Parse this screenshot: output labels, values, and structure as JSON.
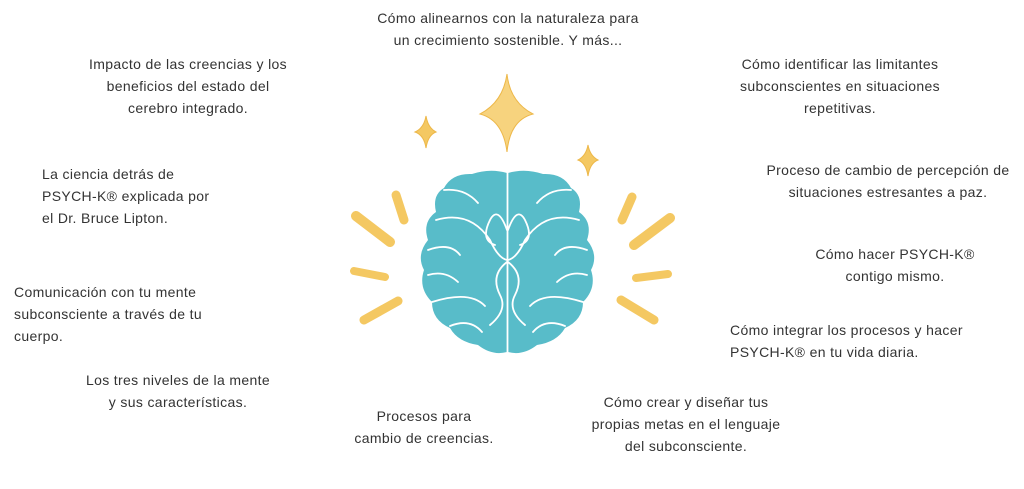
{
  "colors": {
    "brain": "#58bcc9",
    "sparkle": "#f4c862",
    "text": "#333333"
  },
  "topics": [
    {
      "id": "b0",
      "align": "c",
      "lines": [
        "Cómo alinearnos con la naturaleza para",
        "un crecimiento sostenible.  Y más..."
      ]
    },
    {
      "id": "b1",
      "align": "c",
      "lines": [
        "Impacto de las creencias y los",
        "beneficios del estado del",
        "cerebro integrado."
      ]
    },
    {
      "id": "b2",
      "align": "l",
      "lines": [
        "La ciencia detrás de",
        "PSYCH-K® explicada por",
        "el Dr. Bruce Lipton."
      ]
    },
    {
      "id": "b3",
      "align": "l",
      "lines": [
        "Comunicación con tu mente",
        "subconsciente a través de tu",
        "cuerpo."
      ]
    },
    {
      "id": "b4",
      "align": "c",
      "lines": [
        "Los tres niveles de la mente",
        "y sus características."
      ]
    },
    {
      "id": "b5",
      "align": "c",
      "lines": [
        "Procesos para",
        "cambio de creencias."
      ]
    },
    {
      "id": "b6",
      "align": "c",
      "lines": [
        "Cómo crear y diseñar tus",
        "propias metas en el lenguaje",
        "del subconsciente."
      ]
    },
    {
      "id": "b7",
      "align": "c",
      "lines": [
        "Cómo identificar las limitantes",
        "subconscientes en situaciones",
        "repetitivas."
      ]
    },
    {
      "id": "b8",
      "align": "c",
      "lines": [
        "Proceso de cambio de percepción de",
        "situaciones estresantes a paz."
      ]
    },
    {
      "id": "b9",
      "align": "c",
      "lines": [
        "Cómo hacer PSYCH-K®",
        "contigo mismo."
      ]
    },
    {
      "id": "b10",
      "align": "l",
      "lines": [
        "Cómo integrar los procesos y hacer",
        "PSYCH-K® en tu vida diaria."
      ]
    }
  ]
}
